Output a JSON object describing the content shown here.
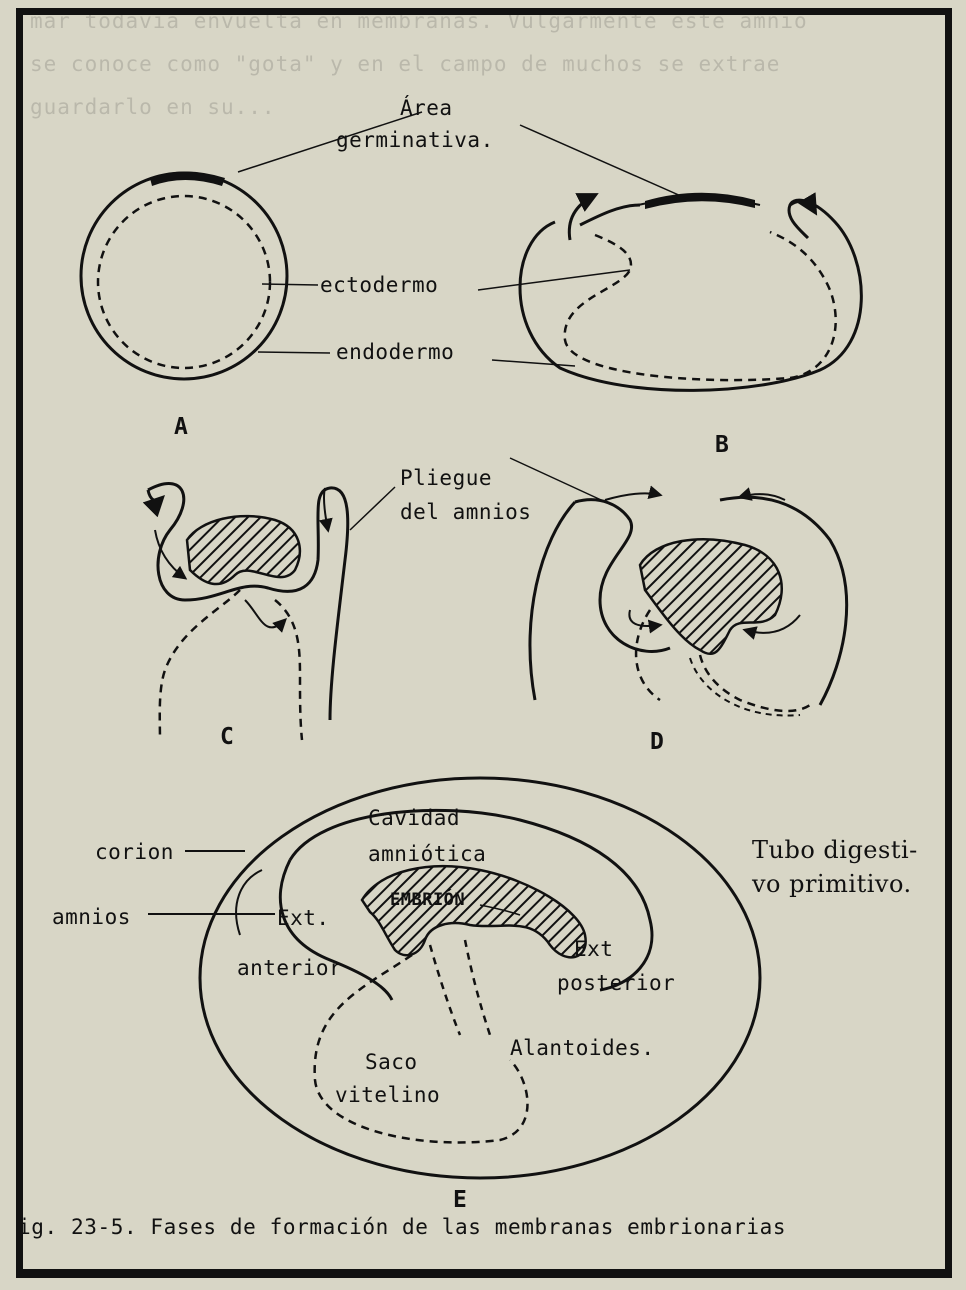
{
  "labels": {
    "area_germinativa": [
      "Área",
      "germinativa."
    ],
    "ectodermo": "ectodermo",
    "endodermo": "endodermo",
    "pliegue_amnios": [
      "Pliegue",
      "del amnios"
    ],
    "cavidad_amniotica": [
      "Cavidad",
      "amniótica"
    ],
    "corion": "corion",
    "amnios": "amnios",
    "embrion": "EMBRIÓN",
    "ext_anterior": [
      "Ext.",
      "anterior"
    ],
    "ext_posterior": [
      "Ext",
      "posterior"
    ],
    "tubo_digestivo": [
      "Tubo digesti-",
      "vo primitivo."
    ],
    "saco_vitelino": [
      "Saco",
      "vitelino"
    ],
    "alantoides": "Alantoides."
  },
  "panel_letters": [
    "A",
    "B",
    "C",
    "D",
    "E"
  ],
  "caption": "ig. 23-5. Fases de formación de las membranas embrionarias",
  "colors": {
    "ink": "#111111",
    "paper": "#d8d6c6"
  }
}
